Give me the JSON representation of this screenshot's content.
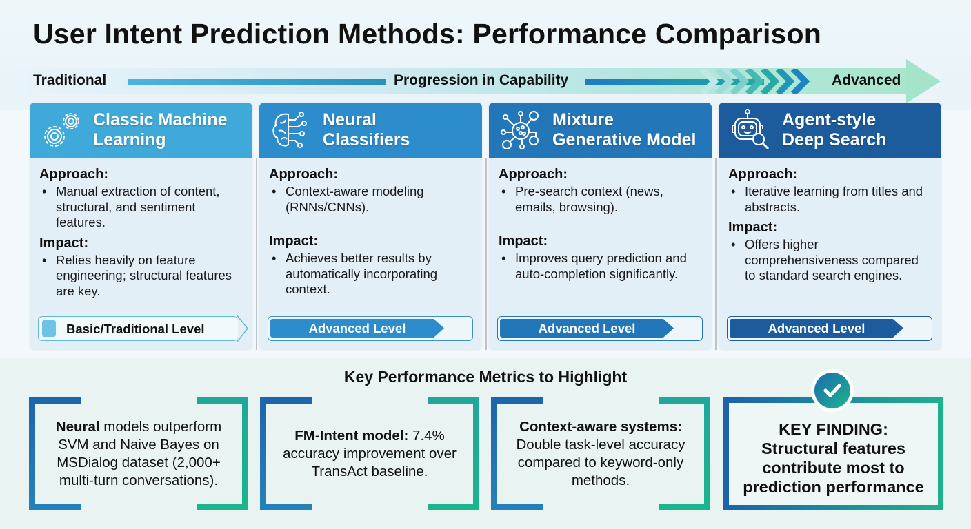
{
  "title": "User Intent Prediction Methods: Performance Comparison",
  "progression": {
    "start_label": "Traditional",
    "middle_label": "Progression in Capability",
    "end_label": "Advanced"
  },
  "methods": [
    {
      "title_line1": "Classic Machine",
      "title_line2": "Learning",
      "icon": "gears-icon",
      "header_color": "#3fa9d9",
      "approach_label": "Approach:",
      "approach": "Manual extraction of content, structural, and sentiment features.",
      "impact_label": "Impact:",
      "impact": "Relies heavily on feature engineering; structural features are key.",
      "level": "Basic/Traditional Level"
    },
    {
      "title_line1": "Neural",
      "title_line2": "Classifiers",
      "icon": "brain-circuit-icon",
      "header_color": "#2d8ccc",
      "approach_label": "Approach:",
      "approach": "Context-aware modeling (RNNs/CNNs).",
      "impact_label": "Impact:",
      "impact": "Achieves better results by automatically incorporating context.",
      "level": "Advanced Level"
    },
    {
      "title_line1": "Mixture",
      "title_line2": "Generative Model",
      "icon": "network-nodes-icon",
      "header_color": "#2377b9",
      "approach_label": "Approach:",
      "approach": "Pre-search context (news, emails, browsing).",
      "impact_label": "Impact:",
      "impact": "Improves query prediction and auto-completion significantly.",
      "level": "Advanced Level"
    },
    {
      "title_line1": "Agent-style",
      "title_line2": "Deep Search",
      "icon": "robot-search-icon",
      "header_color": "#1c5c9d",
      "approach_label": "Approach:",
      "approach": "Iterative learning from titles and abstracts.",
      "impact_label": "Impact:",
      "impact": "Offers higher comprehensiveness compared to standard search engines.",
      "level": "Advanced Level"
    }
  ],
  "metrics": {
    "title": "Key Performance Metrics to Highlight",
    "items": [
      {
        "bold": "Neural",
        "text": " models outperform SVM and Naive Bayes on MSDialog dataset (2,000+ multi-turn conversations)."
      },
      {
        "bold": "FM-Intent model:",
        "text": " 7.4% accuracy improvement over TransAct baseline."
      },
      {
        "bold": "Context-aware systems:",
        "text": " Double task-level accuracy compared to keyword-only methods."
      }
    ],
    "key_finding": {
      "line1": "KEY FINDING:",
      "line2": "Structural features",
      "line3": "contribute most to",
      "line4": "prediction performance",
      "icon": "checkmark-circle-icon"
    }
  },
  "colors": {
    "card_header_1": "#3fa9d9",
    "card_header_2": "#2d8ccc",
    "card_header_3": "#2377b9",
    "card_header_4": "#1c5c9d",
    "bracket_left": "#1d66ad",
    "bracket_right": "#1fb18c",
    "progression_arrow": "#a4e4cb"
  }
}
